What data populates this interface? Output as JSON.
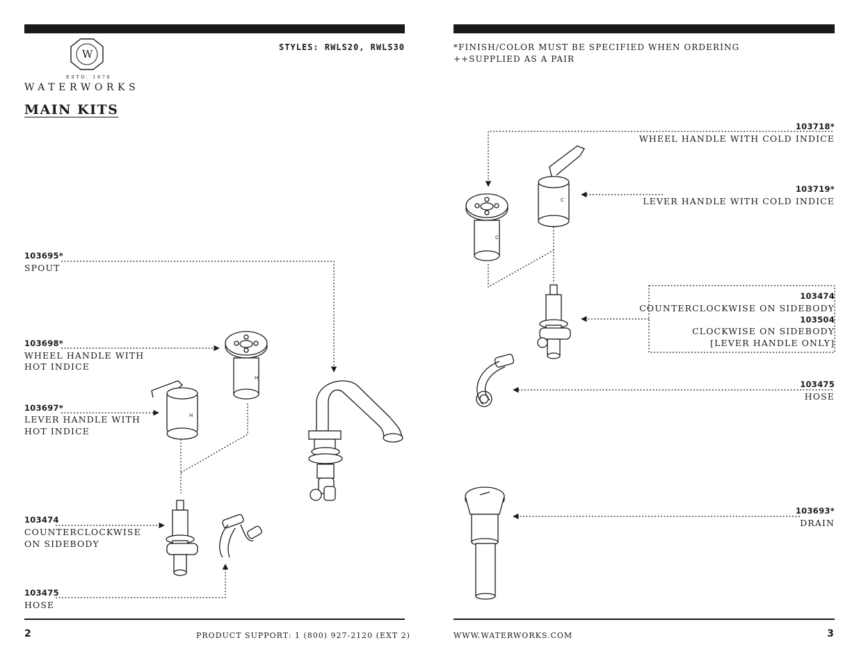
{
  "brand": {
    "name": "WATERWORKS",
    "established": "ESTD. 1978",
    "monogram": "W"
  },
  "left_page": {
    "styles": "STYLES: RWLS20, RWLS30",
    "title": "MAIN KITS",
    "parts": [
      {
        "code": "103695*",
        "label": [
          "SPOUT"
        ]
      },
      {
        "code": "103698*",
        "label": [
          "WHEEL HANDLE WITH",
          "HOT INDICE"
        ]
      },
      {
        "code": "103697*",
        "label": [
          "LEVER HANDLE WITH",
          "HOT INDICE"
        ]
      },
      {
        "code": "103474",
        "label": [
          "COUNTERCLOCKWISE",
          "ON SIDEBODY"
        ]
      },
      {
        "code": "103475",
        "label": [
          "HOSE"
        ]
      }
    ],
    "page_number": "2",
    "footer": "PRODUCT SUPPORT: 1 (800) 927-2120 (EXT 2)"
  },
  "right_page": {
    "notes": [
      "*FINISH/COLOR MUST BE SPECIFIED WHEN ORDERING",
      "++SUPPLIED AS A PAIR"
    ],
    "parts": [
      {
        "code": "103718*",
        "label": [
          "WHEEL HANDLE WITH COLD INDICE"
        ]
      },
      {
        "code": "103719*",
        "label": [
          "LEVER HANDLE WITH COLD INDICE"
        ]
      },
      {
        "code": "103474",
        "label": [
          "COUNTERCLOCKWISE ON SIDEBODY"
        ]
      },
      {
        "code": "103504",
        "label": [
          "CLOCKWISE ON SIDEBODY",
          "[LEVER HANDLE ONLY]"
        ]
      },
      {
        "code": "103475",
        "label": [
          "HOSE"
        ]
      },
      {
        "code": "103693*",
        "label": [
          "DRAIN"
        ]
      }
    ],
    "page_number": "3",
    "footer": "WWW.WATERWORKS.COM"
  }
}
